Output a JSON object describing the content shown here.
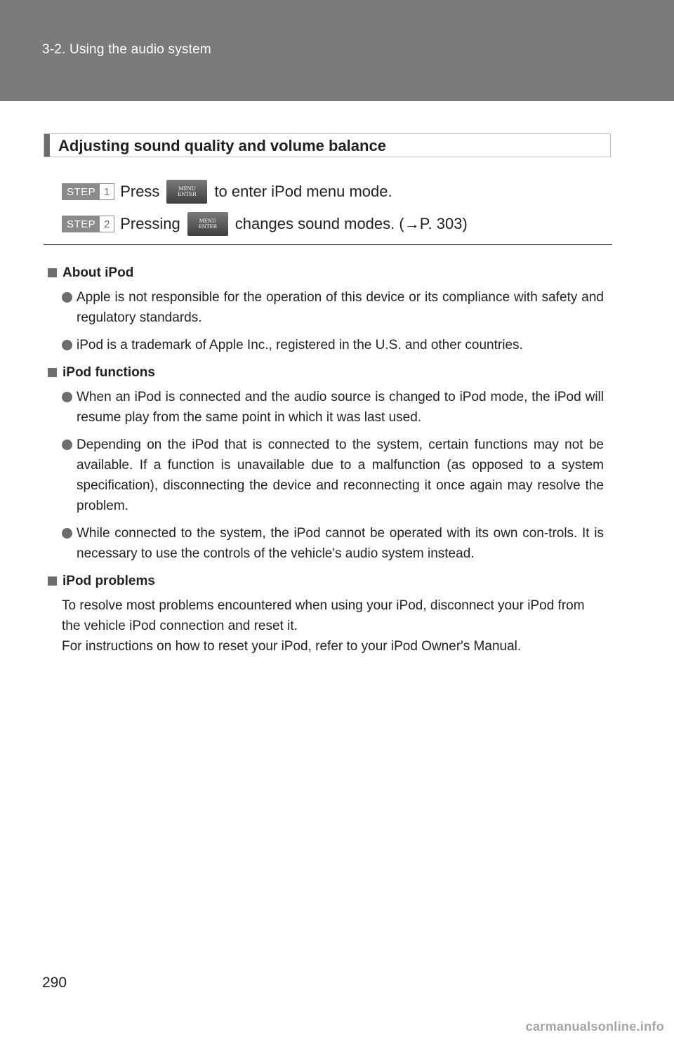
{
  "header": {
    "title": "3-2. Using the audio system"
  },
  "section": {
    "title": "Adjusting sound quality and volume balance"
  },
  "steps": [
    {
      "badge": "STEP",
      "number": "1",
      "before": "Press",
      "after": "to enter iPod menu mode."
    },
    {
      "badge": "STEP",
      "number": "2",
      "before": "Pressing",
      "after": "changes sound modes. (→P. 303)"
    }
  ],
  "menu_button": {
    "line1": "MENU",
    "line2": "ENTER",
    "icon": "menu-enter-button-icon"
  },
  "notes": [
    {
      "heading": "About iPod",
      "bullets": [
        "Apple is not responsible for the operation of this device or its compliance with safety and regulatory standards.",
        "iPod is a trademark of Apple Inc., registered in the U.S. and other countries."
      ]
    },
    {
      "heading": "iPod functions",
      "bullets": [
        "When an iPod is connected and the audio source is changed to iPod mode, the iPod will resume play from the same point in which it was last used.",
        "Depending on the iPod that is connected to the system, certain functions may not be available. If a function is unavailable due to a malfunction (as opposed to a system specification), disconnecting the device and reconnecting it once again may resolve the problem.",
        "While connected to the system, the iPod cannot be operated with its own con-trols. It is necessary to use the controls of the vehicle's audio system instead."
      ]
    },
    {
      "heading": "iPod problems",
      "paragraphs": [
        "To resolve most problems encountered when using your iPod, disconnect your iPod from the vehicle iPod connection and reset it.",
        "For instructions on how to reset your iPod, refer to your iPod Owner's Manual."
      ]
    }
  ],
  "footer": {
    "page_number": "290",
    "watermark": "carmanualsonline.info"
  },
  "colors": {
    "header_bg": "#7b7b7b",
    "accent_gray": "#6d6d6d",
    "text": "#231f20"
  }
}
